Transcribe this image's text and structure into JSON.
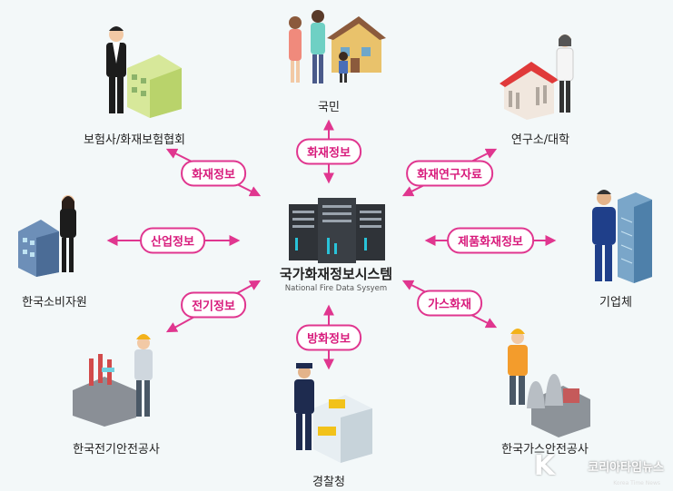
{
  "center": {
    "title": "국가화재정보시스템",
    "subtitle": "National Fire Data Sysyem"
  },
  "nodes": {
    "citizens": "국민",
    "insurance": "보험사/화재보험협회",
    "research": "연구소/대학",
    "consumer": "한국소비자원",
    "enterprise": "기업체",
    "electric": "한국전기안전공사",
    "gas": "한국가스안전공사",
    "police": "경찰청"
  },
  "flows": {
    "top": "화재정보",
    "top_left": "화재정보",
    "top_right": "화재연구자료",
    "left": "산업정보",
    "right": "제품화재정보",
    "bottom_left": "전기정보",
    "bottom_right": "가스화재",
    "bottom": "방화정보"
  },
  "watermark": {
    "brand": "코리아타임뉴스",
    "sub": "Korea Time News"
  },
  "colors": {
    "accent": "#e0368f",
    "background": "#f3f8f9"
  }
}
